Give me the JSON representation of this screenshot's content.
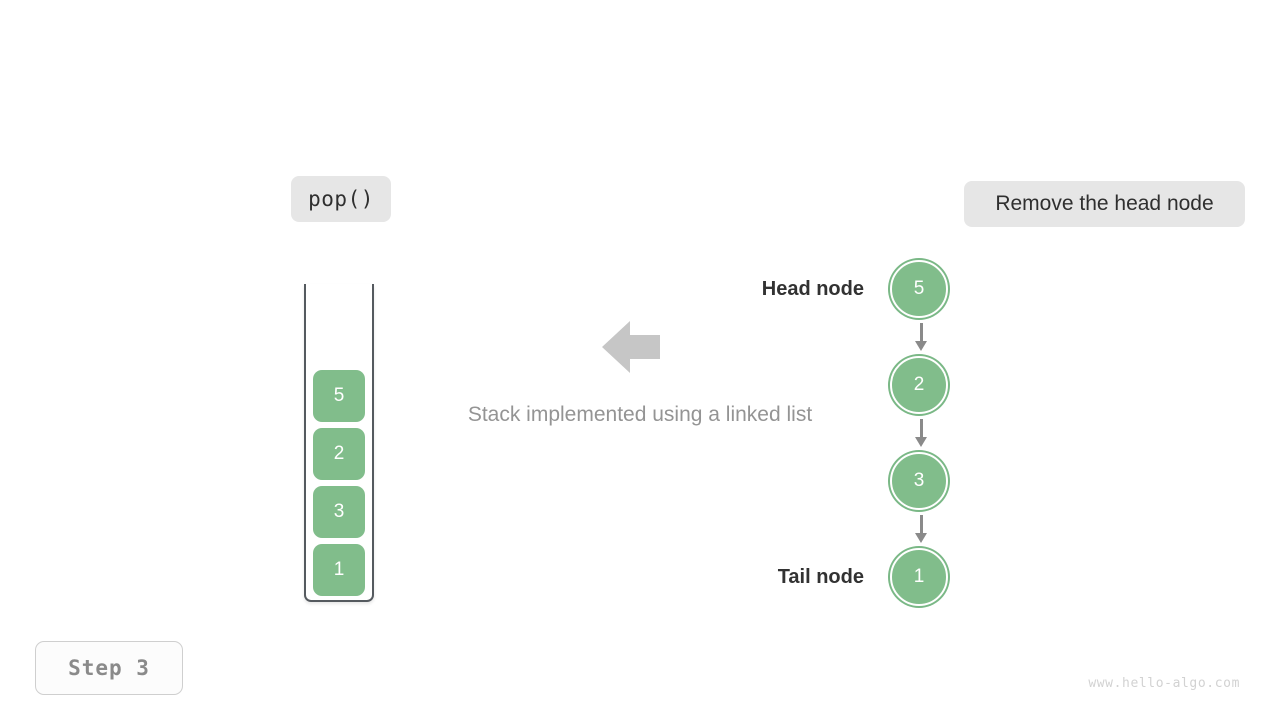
{
  "operation_chip": {
    "label": "pop()"
  },
  "action_chip": {
    "label": "Remove the head node"
  },
  "caption": {
    "text": "Stack implemented using a linked list"
  },
  "step_badge": {
    "label": "Step 3"
  },
  "watermark": {
    "text": "www.hello-algo.com"
  },
  "arrow": {
    "direction": "left",
    "color": "#c6c6c6"
  },
  "stack": {
    "orientation": "vertical-open-top",
    "border_color": "#555a5f",
    "cell_color": "#81bd8b",
    "cells": [
      {
        "value": "5"
      },
      {
        "value": "2"
      },
      {
        "value": "3"
      },
      {
        "value": "1"
      }
    ]
  },
  "linked_list": {
    "node_color": "#81bd8b",
    "link_color": "#8a8a8a",
    "nodes": [
      {
        "value": "5",
        "label": "Head node"
      },
      {
        "value": "2",
        "label": ""
      },
      {
        "value": "3",
        "label": ""
      },
      {
        "value": "1",
        "label": "Tail node"
      }
    ]
  }
}
